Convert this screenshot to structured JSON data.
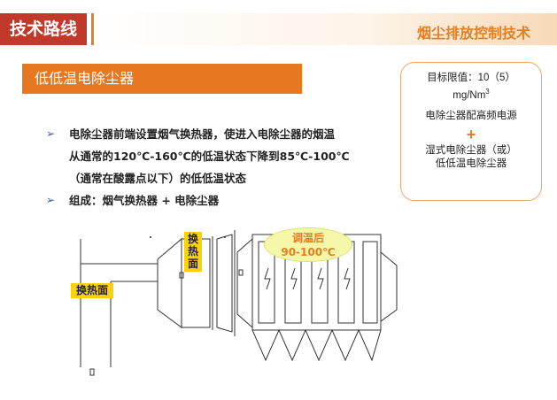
{
  "header": {
    "title": "技术路线",
    "subtitle": "烟尘排放控制技术"
  },
  "section": {
    "heading": "低低温电除尘器"
  },
  "info_box": {
    "line1": "目标限值：10（5）",
    "line2_prefix": "mg/Nm",
    "line2_sup": "3",
    "line3": "电除尘器配高频电源",
    "plus": "+",
    "line4": "湿式电除尘器（或）",
    "line5": "低低温电除尘器"
  },
  "bullets": {
    "item1": {
      "line1": "电除尘器前端设置烟气换热器，使进入电除尘器的烟温",
      "line2": "从通常的120℃-160℃的低温状态下降到85℃-100℃",
      "line3": "（通常在酸露点以下）的低低温状态"
    },
    "item2": {
      "line1": "组成：烟气换热器 + 电除尘器"
    }
  },
  "diagram": {
    "tag_left": "换热面",
    "tag_mid_1": "换",
    "tag_mid_2": "热",
    "tag_mid_3": "面",
    "oval_line1": "调温后",
    "oval_line2": "90-100℃"
  },
  "colors": {
    "title_red": "#c0392b",
    "accent_orange": "#e87722",
    "bullet_blue": "#2e5aa8",
    "tag_yellow": "#fbd400"
  }
}
